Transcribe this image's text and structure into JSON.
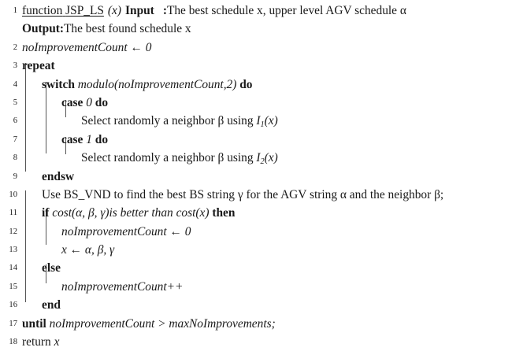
{
  "algorithm": {
    "title_line": {
      "number": "1",
      "keyword_function": "function",
      "name": "JSP_LS",
      "arg": "(x)",
      "input_label": "Input",
      "input_sep": ":",
      "input_text": "The best schedule x, upper level AGV schedule α"
    },
    "output_line": {
      "output_label": "Output:",
      "output_text": "The best found schedule x"
    },
    "lines": [
      {
        "number": "2",
        "indent": 0,
        "text": "noImprovementCount ← 0",
        "style": "italic"
      },
      {
        "number": "3",
        "indent": 0,
        "text": "repeat",
        "style": "bold"
      },
      {
        "number": "4",
        "indent": 1,
        "keyword_pre": "switch",
        "expr": "modulo(noImprovementCount,2)",
        "keyword_post": "do"
      },
      {
        "number": "5",
        "indent": 2,
        "keyword_pre": "case",
        "expr": "0",
        "keyword_post": "do"
      },
      {
        "number": "6",
        "indent": 3,
        "text_pre": "Select randomly a neighbor β using ",
        "symbol": "I",
        "subscript": "1",
        "text_post": "(x)"
      },
      {
        "number": "7",
        "indent": 2,
        "keyword_pre": "case",
        "expr": "1",
        "keyword_post": "do"
      },
      {
        "number": "8",
        "indent": 3,
        "text_pre": "Select randomly a neighbor β using ",
        "symbol": "I",
        "subscript": "2",
        "text_post": "(x)"
      },
      {
        "number": "9",
        "indent": 1,
        "text": "endsw",
        "style": "bold"
      },
      {
        "number": "10",
        "indent": 1,
        "text": "Use BS_VND to find the best BS string γ for the AGV string α and the neighbor β;",
        "style": "roman"
      },
      {
        "number": "11",
        "indent": 1,
        "keyword_pre": "if",
        "expr": "cost(α, β, γ)is better than cost(x)",
        "keyword_post": "then"
      },
      {
        "number": "12",
        "indent": 2,
        "text": "noImprovementCount ← 0",
        "style": "italic"
      },
      {
        "number": "13",
        "indent": 2,
        "text": "x ← α, β, γ",
        "style": "italic"
      },
      {
        "number": "14",
        "indent": 1,
        "text": "else",
        "style": "bold"
      },
      {
        "number": "15",
        "indent": 2,
        "text": "noImprovementCount++",
        "style": "italic"
      },
      {
        "number": "16",
        "indent": 1,
        "text": "end",
        "style": "bold"
      },
      {
        "number": "17",
        "indent": 0,
        "keyword_pre": "until",
        "expr": "noImprovementCount > maxNoImprovements;",
        "keyword_post": ""
      },
      {
        "number": "18",
        "indent": 0,
        "keyword_pre": "return",
        "expr": "x",
        "keyword_post": "",
        "pre_roman": true
      }
    ]
  },
  "colors": {
    "text": "#1a1a1a",
    "rule": "#555555",
    "background": "#ffffff"
  }
}
